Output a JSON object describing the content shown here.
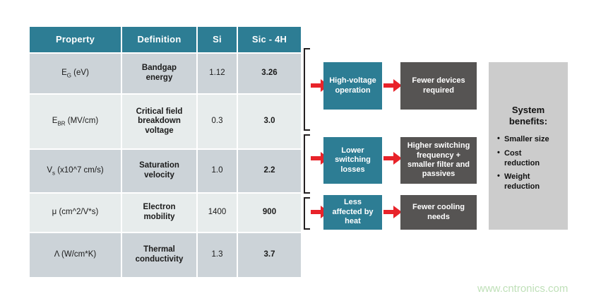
{
  "table": {
    "headers": [
      "Property",
      "Definition",
      "Si",
      "Sic - 4H"
    ],
    "rows": [
      {
        "property_main": "E",
        "property_sub": "G",
        "property_tail": " (eV)",
        "definition": "Bandgap\nenergy",
        "si": "1.12",
        "sic": "3.26"
      },
      {
        "property_main": "E",
        "property_sub": "BR",
        "property_tail": " (MV/cm)",
        "definition": "Critical field\nbreakdown\nvoltage",
        "si": "0.3",
        "sic": "3.0"
      },
      {
        "property_main": "V",
        "property_sub": "s",
        "property_tail": " (x10^7 cm/s)",
        "definition": "Saturation\nvelocity",
        "si": "1.0",
        "sic": "2.2"
      },
      {
        "property_main": "μ (cm^2/V*s)",
        "property_sub": "",
        "property_tail": "",
        "definition": "Electron\nmobility",
        "si": "1400",
        "sic": "900"
      },
      {
        "property_main": "Λ (W/cm*K)",
        "property_sub": "",
        "property_tail": "",
        "definition": "Thermal\nconductivity",
        "si": "1.3",
        "sic": "3.7"
      }
    ]
  },
  "flow": {
    "rows": [
      {
        "cause": "High-voltage\noperation",
        "effect": "Fewer devices\nrequired"
      },
      {
        "cause": "Lower\nswitching\nlosses",
        "effect": "Higher switching\nfrequency +\nsmaller filter and\npassives"
      },
      {
        "cause": "Less\naffected by\nheat",
        "effect": "Fewer cooling\nneeds"
      }
    ]
  },
  "benefits": {
    "title": "System\nbenefits:",
    "items": [
      "Smaller size",
      "Cost\nreduction",
      "Weight\nreduction"
    ]
  },
  "watermark": {
    "text": "www.cntronics.com"
  },
  "colors": {
    "header_teal": "#2d7d94",
    "box_teal": "#2d7d94",
    "box_gray": "#565453",
    "arrow_red": "#e8232a",
    "value_red": "#cc0000",
    "row_alt": "#ccd3d8",
    "row_base": "#e7ecec",
    "panel_gray": "#cccccc",
    "watermark_green": "#bfe0b8"
  }
}
